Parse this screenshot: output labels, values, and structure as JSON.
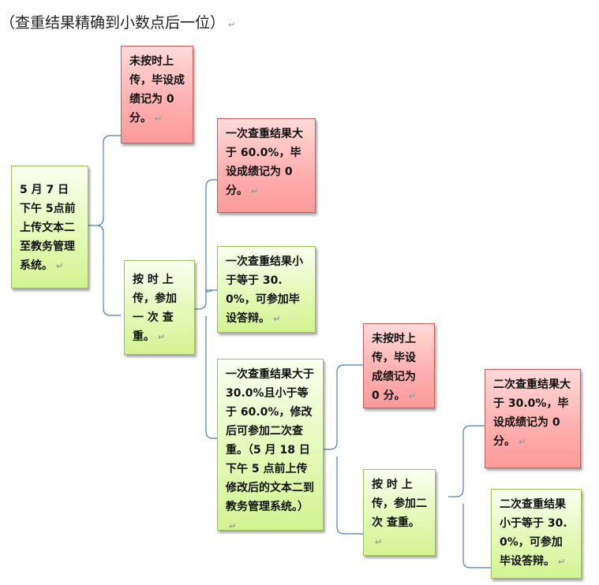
{
  "caption": "（查重结果精确到小数点后一位）",
  "paragraph_mark": "↵",
  "boxes": {
    "root": "5 月 7 日下午 5点前上传文本二至教务管理系统。",
    "late1": "未按时上传，毕设成绩记为 0 分。",
    "ontime1": "按 时 上传，参加一 次 查重。",
    "over60": "一次查重结果大于 60.0%，毕设成绩记为 0 分。",
    "le30": "一次查重结果小于等于 30.0%，可参加毕设答辩。",
    "mid": "一次查重结果大于 30.0%且小于等于 60.0%，修改后可参加二次查重。（5 月 18 日下午 5 点前上传修改后的文本二到教务管理系统。）",
    "late2": "未按时上传，毕设成绩记为 0 分。",
    "ontime2": "按 时 上传，参加二 次 查重。",
    "over30": "二次查重结果大于 30.0%，毕设成绩记为 0 分。",
    "le30b": "二次查重结果小于等于 30.0%，可参加毕设答辩。"
  }
}
